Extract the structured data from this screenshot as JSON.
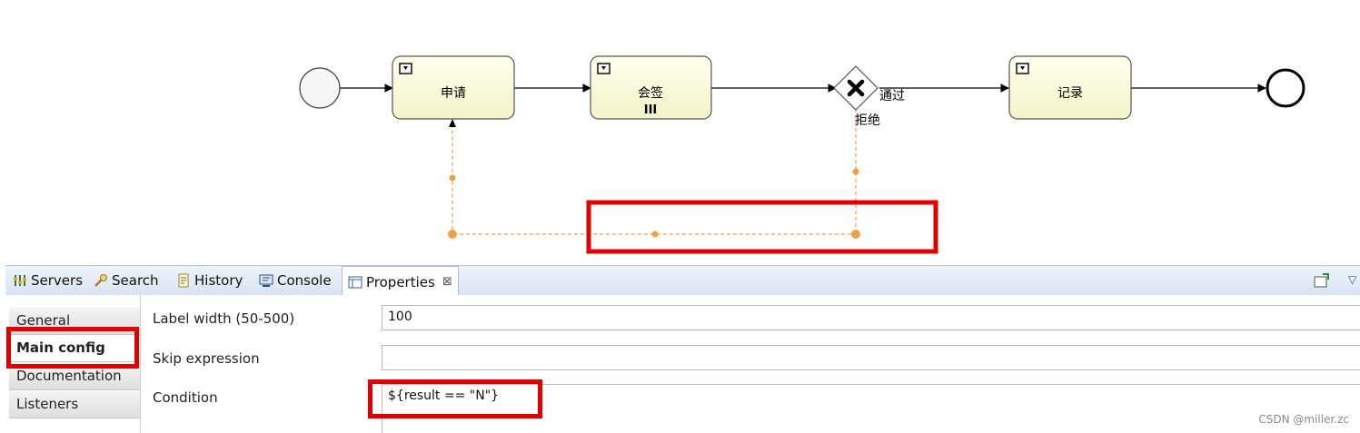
{
  "diagram": {
    "tasks": [
      {
        "id": "apply",
        "label": "申请"
      },
      {
        "id": "countersign",
        "label": "会签",
        "marker": "III"
      },
      {
        "id": "record",
        "label": "记录"
      }
    ],
    "gateway": {
      "pass_label": "通过",
      "reject_label": "拒绝"
    }
  },
  "tabs": [
    {
      "label": "Servers",
      "icon": "servers-icon"
    },
    {
      "label": "Search",
      "icon": "search-icon"
    },
    {
      "label": "History",
      "icon": "history-icon"
    },
    {
      "label": "Console",
      "icon": "console-icon"
    },
    {
      "label": "Properties",
      "icon": "properties-icon",
      "active": true
    }
  ],
  "sidebar": {
    "items": [
      {
        "label": "General"
      },
      {
        "label": "Main config",
        "active": true
      },
      {
        "label": "Documentation"
      },
      {
        "label": "Listeners"
      }
    ]
  },
  "properties": {
    "label_width": {
      "label": "Label width (50-500)",
      "value": "100"
    },
    "skip_expression": {
      "label": "Skip expression",
      "value": ""
    },
    "condition": {
      "label": "Condition",
      "value": "${result == \"N\"}"
    }
  },
  "watermark": "CSDN @miller.zc",
  "colors": {
    "highlight": "#e00000",
    "selected_flow": "#f0a040",
    "task_fill": "#ffffe0"
  }
}
